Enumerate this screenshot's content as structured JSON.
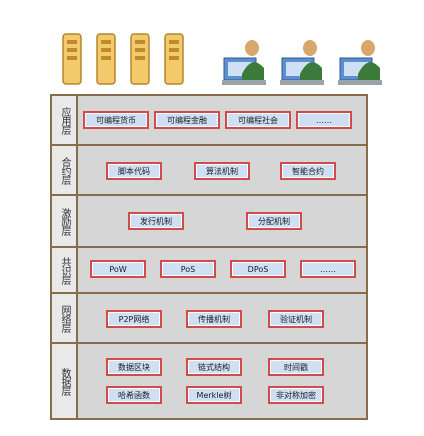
{
  "layers": [
    {
      "side": "应用层",
      "items": [
        "可编程货币",
        "可编程金融",
        "可编程社会",
        "……"
      ]
    },
    {
      "side": "合约层",
      "items": [
        "脚本代码",
        "算法机制",
        "智能合约"
      ]
    },
    {
      "side": "激励层",
      "items": [
        "发行机制",
        "分配机制"
      ]
    },
    {
      "side": "共识层",
      "items": [
        "PoW",
        "PoS",
        "DPoS",
        "……"
      ]
    },
    {
      "side": "网络层",
      "items": [
        "P2P网络",
        "传播机制",
        "验证机制"
      ]
    },
    {
      "side": "数据层",
      "items": [
        "数据区块",
        "链式结构",
        "时间戳",
        "哈希函数",
        "Merkle树",
        "非对称加密"
      ]
    }
  ],
  "colors": {
    "frame": "#8a6b4b",
    "box_border": "#d34a4a",
    "box_fill": "#cfe0f5",
    "layer_bg": "#d6d6d6"
  },
  "icons": [
    "server-icon",
    "server-icon",
    "server-icon",
    "server-icon",
    "user-computer-icon",
    "user-computer-icon",
    "user-computer-icon"
  ]
}
